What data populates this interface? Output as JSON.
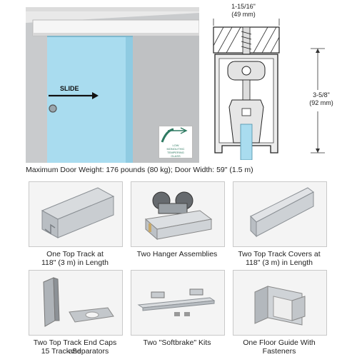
{
  "scene": {
    "slide_label": "SLIDE",
    "badge_lines": [
      "LOW",
      "MONOLITHIC",
      "TEMPERING",
      "GLASS"
    ]
  },
  "diagram": {
    "width_imperial": "1-15/16\"",
    "width_metric": "(49 mm)",
    "height_imperial": "3-5/8\"",
    "height_metric": "(92 mm)"
  },
  "spec_line": "Maximum Door Weight: 176 pounds (80 kg); Door Width: 59\" (1.5 m)",
  "components": [
    {
      "line1": "One Top Track at",
      "line2": "118\" (3 m) in Length"
    },
    {
      "line1": "Two Hanger Assemblies",
      "line2": ""
    },
    {
      "line1": "Two Top Track Covers at",
      "line2": "118\" (3 m) in Length"
    },
    {
      "line1": "Two Top Track End Caps and",
      "line2": "15 Track Separators"
    },
    {
      "line1": "Two \"Softbrake\" Kits",
      "line2": ""
    },
    {
      "line1": "One Floor Guide With Fasteners",
      "line2": ""
    }
  ],
  "colors": {
    "glass": "#a9dcef",
    "aluminum": "#c8ccd0",
    "frame_border": "#c9c9c9"
  }
}
